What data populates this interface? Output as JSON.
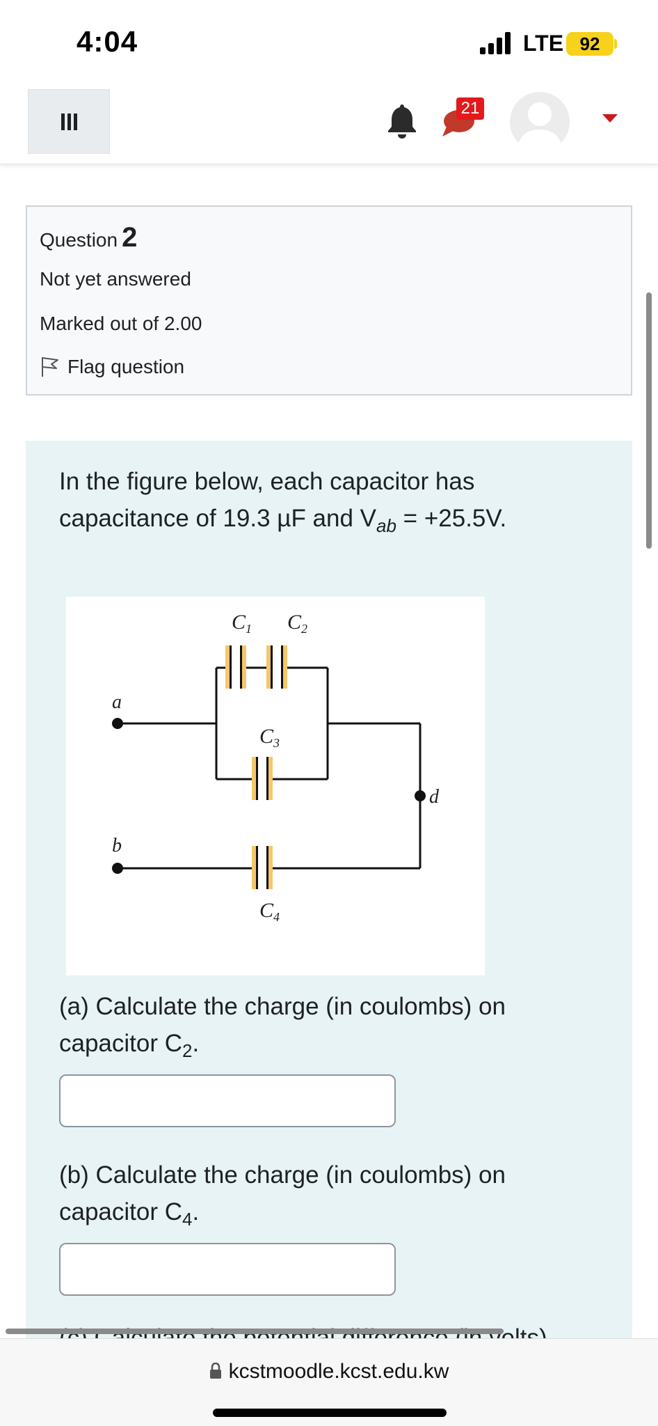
{
  "status_bar": {
    "time": "4:04",
    "network": "LTE",
    "battery": "92",
    "battery_color": "#f7d21a"
  },
  "navbar": {
    "menu_icon": "hamburger-icon",
    "notifications_icon": "bell-icon",
    "messages_icon": "chat-bubble-icon",
    "messages_count": "21",
    "badge_color": "#e3191b",
    "user_menu_icon": "avatar-icon",
    "dropdown_icon": "caret-down-icon"
  },
  "question_info": {
    "label": "Question",
    "number": "2",
    "state": "Not yet answered",
    "grade": "Marked out of 2.00",
    "flag_label": "Flag question"
  },
  "question": {
    "intro_part1": "In the figure below, each capacitor has capacitance of 19.3 µF and V",
    "intro_sub": "ab",
    "intro_part2": " = +25.5V.",
    "figure": {
      "labels": {
        "c1": "C1",
        "c2": "C2",
        "c3": "C3",
        "c4": "C4",
        "a": "a",
        "b": "b",
        "d": "d"
      }
    },
    "part_a_text": "(a) Calculate the charge (in coulombs) on capacitor C",
    "part_a_sub": "2",
    "part_a_end": ".",
    "answer_a_value": "",
    "part_b_text": "(b) Calculate the charge (in coulombs) on capacitor C",
    "part_b_sub": "4",
    "part_b_end": ".",
    "answer_b_value": "",
    "part_c_partial": "(c) Calculate the potential difference (in volts)"
  },
  "browser": {
    "url": "kcstmoodle.kcst.edu.kw"
  }
}
